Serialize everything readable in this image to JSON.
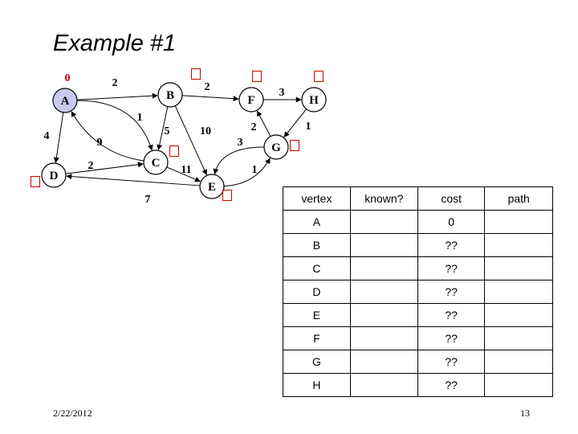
{
  "title": "Example #1",
  "graph": {
    "nodes": [
      {
        "id": "A",
        "label": "A",
        "fill": "#c8c8f0"
      },
      {
        "id": "B",
        "label": "B",
        "fill": "#ffffff"
      },
      {
        "id": "C",
        "label": "C",
        "fill": "#ffffff"
      },
      {
        "id": "D",
        "label": "D",
        "fill": "#ffffff"
      },
      {
        "id": "E",
        "label": "E",
        "fill": "#ffffff"
      },
      {
        "id": "F",
        "label": "F",
        "fill": "#ffffff"
      },
      {
        "id": "G",
        "label": "G",
        "fill": "#ffffff"
      },
      {
        "id": "H",
        "label": "H",
        "fill": "#ffffff"
      }
    ],
    "edges": [
      {
        "from": "A",
        "to": "B",
        "weight": "2"
      },
      {
        "from": "A",
        "to": "C",
        "weight": "1"
      },
      {
        "from": "A",
        "to": "D",
        "weight": "4"
      },
      {
        "from": "C",
        "to": "A",
        "weight": "9"
      },
      {
        "from": "D",
        "to": "C",
        "weight": "2"
      },
      {
        "from": "B",
        "to": "C",
        "weight": "5"
      },
      {
        "from": "B",
        "to": "E",
        "weight": "10"
      },
      {
        "from": "B",
        "to": "F",
        "weight": "2"
      },
      {
        "from": "C",
        "to": "E",
        "weight": "11"
      },
      {
        "from": "E",
        "to": "D",
        "weight": "7"
      },
      {
        "from": "E",
        "to": "G",
        "weight": "1"
      },
      {
        "from": "G",
        "to": "E",
        "weight": "3"
      },
      {
        "from": "G",
        "to": "F",
        "weight": "2"
      },
      {
        "from": "F",
        "to": "H",
        "weight": "3"
      },
      {
        "from": "H",
        "to": "G",
        "weight": "1"
      }
    ],
    "distance_labels": {
      "A": "0"
    },
    "marker_color": "#cc0000",
    "marker_nodes": [
      "B",
      "C",
      "D",
      "E",
      "F",
      "G",
      "H"
    ]
  },
  "table": {
    "headers": [
      "vertex",
      "known?",
      "cost",
      "path"
    ],
    "rows": [
      [
        "A",
        "",
        "0",
        ""
      ],
      [
        "B",
        "",
        "??",
        ""
      ],
      [
        "C",
        "",
        "??",
        ""
      ],
      [
        "D",
        "",
        "??",
        ""
      ],
      [
        "E",
        "",
        "??",
        ""
      ],
      [
        "F",
        "",
        "??",
        ""
      ],
      [
        "G",
        "",
        "??",
        ""
      ],
      [
        "H",
        "",
        "??",
        ""
      ]
    ]
  },
  "footer": {
    "date": "2/22/2012",
    "page": "13"
  }
}
